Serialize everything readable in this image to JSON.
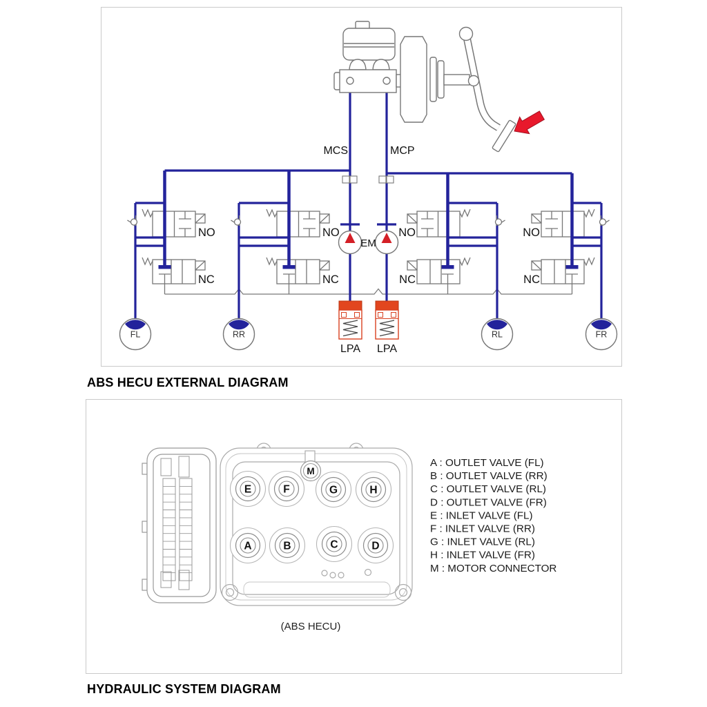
{
  "captions": {
    "top_panel_caption": "ABS HECU EXTERNAL DIAGRAM",
    "bottom_panel_caption": "HYDRAULIC SYSTEM DIAGRAM"
  },
  "hydraulic": {
    "master_cylinder_ports": {
      "secondary": "MCS",
      "primary": "MCP"
    },
    "pump_motor_label": "EM",
    "accumulator_labels": [
      "LPA",
      "LPA"
    ],
    "circuits": [
      {
        "wheel": "FL",
        "inlet_valve": "NO",
        "outlet_valve": "NC"
      },
      {
        "wheel": "RR",
        "inlet_valve": "NO",
        "outlet_valve": "NC"
      },
      {
        "wheel": "RL",
        "inlet_valve": "NO",
        "outlet_valve": "NC"
      },
      {
        "wheel": "FR",
        "inlet_valve": "NO",
        "outlet_valve": "NC"
      }
    ]
  },
  "hecu": {
    "caption": "(ABS HECU)",
    "motor_connector_label": "M",
    "coil_letters_top": [
      "E",
      "F",
      "G",
      "H"
    ],
    "coil_letters_bottom": [
      "A",
      "B",
      "C",
      "D"
    ],
    "legend": [
      "A : OUTLET VALVE (FL)",
      "B : OUTLET VALVE (RR)",
      "C : OUTLET VALVE (RL)",
      "D : OUTLET VALVE (FR)",
      "E : INLET VALVE (FL)",
      "F : INLET VALVE (RR)",
      "G : INLET VALVE (RL)",
      "H : INLET VALVE (FR)",
      "M : MOTOR CONNECTOR"
    ]
  },
  "colors": {
    "line_blue": "#23239b",
    "arrow_red": "#e8192c",
    "accumulator_orange": "#e2461f",
    "component_gray": "#777777",
    "hecu_gray": "#a5a5a5"
  }
}
